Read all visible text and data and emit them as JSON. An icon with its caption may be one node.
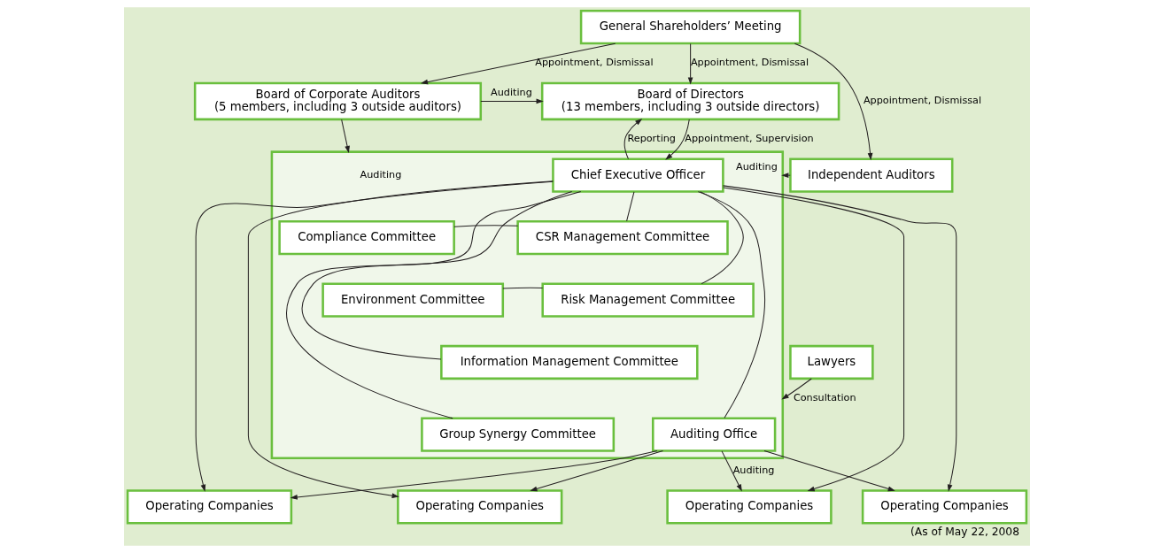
{
  "diagram": {
    "caption": "(As of May 22, 2008",
    "nodes": [
      {
        "text": [
          "General Shareholders’ Meeting"
        ]
      },
      {
        "text": [
          "Board of Directors",
          "(13 members, including 3 outside directors)"
        ]
      },
      {
        "text": [
          "Board of Corporate Auditors",
          "(5 members, including 3 outside auditors)"
        ]
      },
      {
        "text": [],
        "shape": "box"
      },
      {
        "text": [
          "Independent Auditors"
        ]
      },
      {
        "text": [
          "Lawyers"
        ]
      },
      {
        "text": [
          "Chief Executive Officer"
        ],
        "in": 3
      },
      {
        "text": [
          "CSR Management Committee"
        ],
        "in": 3
      },
      {
        "text": [
          "Compliance Committee"
        ],
        "in": 3
      },
      {
        "text": [
          "Risk Management Committee"
        ],
        "in": 3
      },
      {
        "text": [
          "Environment Committee"
        ],
        "in": 3
      },
      {
        "text": [
          "Information Management Committee"
        ],
        "in": 3
      },
      {
        "text": [
          "Auditing Office"
        ],
        "in": 3
      },
      {
        "text": [
          "Group Synergy Committee"
        ],
        "in": 3
      },
      {
        "text": [
          "Operating Companies"
        ]
      },
      {
        "text": [
          "Operating Companies"
        ]
      },
      {
        "text": [
          "Operating Companies"
        ]
      },
      {
        "text": [
          "Operating Companies"
        ]
      }
    ],
    "edges": [
      {
        "from": 0,
        "to": 4,
        "arrow": "to",
        "label": "Appointment, Dismissal"
      },
      {
        "from": 0,
        "to": 1,
        "arrow": "to",
        "label": "Appointment, Dismissal"
      },
      {
        "from": 0,
        "to": 2,
        "arrow": "to",
        "label": "Appointment, Dismissal"
      },
      {
        "from": 2,
        "to": 1,
        "arrow": "to",
        "label": "Auditing"
      },
      {
        "from": 1,
        "to": 6,
        "arrow": "to",
        "label": "Appointment, Supervision"
      },
      {
        "from": 6,
        "to": 1,
        "arrow": "to",
        "label": "Reporting"
      },
      {
        "from": 2,
        "to": 3,
        "arrow": "to",
        "label": "Auditing"
      },
      {
        "from": 4,
        "to": 3,
        "arrow": "to",
        "label": "Auditing"
      },
      {
        "from": 5,
        "to": 3,
        "arrow": "to",
        "label": "Consultation"
      },
      {
        "from": 6,
        "to": 7,
        "arrow": "none"
      },
      {
        "from": 6,
        "to": 9,
        "arrow": "none"
      },
      {
        "from": 6,
        "to": 11,
        "arrow": "none"
      },
      {
        "from": 6,
        "to": 12,
        "arrow": "none"
      },
      {
        "from": 6,
        "to": 13,
        "arrow": "none"
      },
      {
        "from": 7,
        "to": 8,
        "arrow": "none"
      },
      {
        "from": 9,
        "to": 10,
        "arrow": "none"
      },
      {
        "from": 6,
        "to": 14,
        "arrow": "to"
      },
      {
        "from": 6,
        "to": 15,
        "arrow": "to"
      },
      {
        "from": 6,
        "to": 16,
        "arrow": "to"
      },
      {
        "from": 6,
        "to": 17,
        "arrow": "to"
      },
      {
        "from": 12,
        "to": 14,
        "arrow": "to",
        "label": "Auditing"
      },
      {
        "from": 12,
        "to": 15,
        "arrow": "to"
      },
      {
        "from": 12,
        "to": 16,
        "arrow": "to"
      },
      {
        "from": 12,
        "to": 17,
        "arrow": "to"
      }
    ]
  }
}
